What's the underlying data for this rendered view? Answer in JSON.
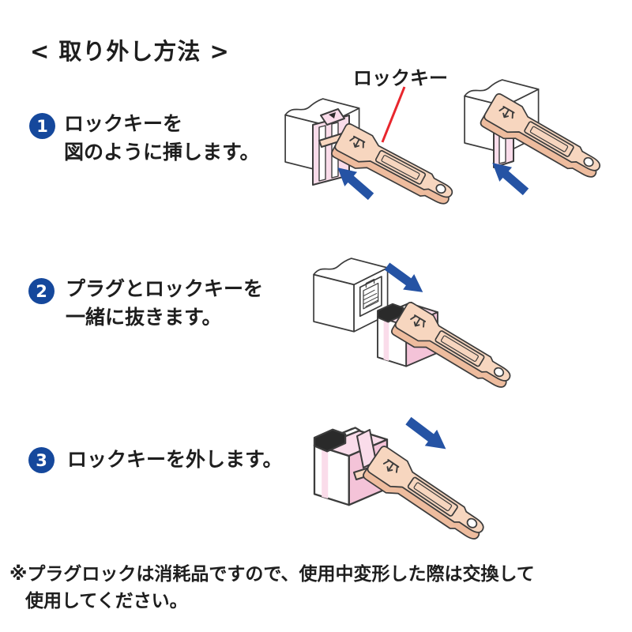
{
  "title": "< 取り外し方法 >",
  "callout": {
    "label": "ロックキー"
  },
  "steps": [
    {
      "number": "1",
      "line1": "ロックキーを",
      "line2": "図のように挿します。"
    },
    {
      "number": "2",
      "line1": "プラグとロックキーを",
      "line2": "一緒に抜きます。"
    },
    {
      "number": "3",
      "line1": "ロックキーを外します。"
    }
  ],
  "note": {
    "line1": "※プラグロックは消耗品ですので、使用中変形した際は交換して",
    "line2": "使用してください。"
  },
  "illustrations": {
    "step1_left": "lock-key-being-inserted-over-plug-in-wall-socket",
    "step1_right": "lock-key-fully-seated-on-wall-socket",
    "step2": "plug-and-lock-key-pulled-out-of-wall-socket",
    "step3": "lock-key-slid-off-the-plug"
  },
  "colors": {
    "step_badge": "#15489c",
    "arrow": "#2553a4",
    "lock_key_body": "#f7d6bf",
    "lock_key_shade": "#eebc9e",
    "plug_pink": "#fadcea",
    "plug_pink_shade": "#f4c3d8",
    "outline": "#3c3c3c",
    "callout_red": "#e8262d",
    "text": "#1e1e1e"
  }
}
